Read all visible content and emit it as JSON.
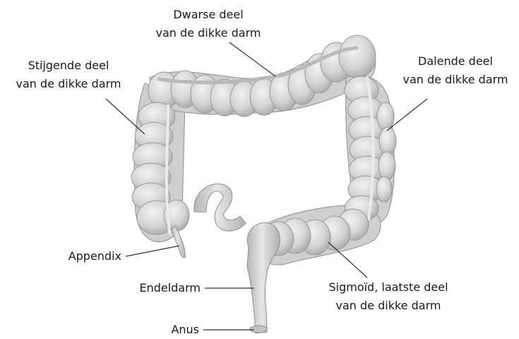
{
  "labels": {
    "transverse": {
      "line1": "Dwarse deel",
      "line2": "van de dikke darm"
    },
    "ascending": {
      "line1": "Stijgende deel",
      "line2": "van de dikke darm"
    },
    "descending": {
      "line1": "Dalende deel",
      "line2": "van de dikke darm"
    },
    "appendix": "Appendix",
    "rectum": "Endeldarm",
    "anus": "Anus",
    "sigmoid": {
      "line1": "Sigmoïd, laatste deel",
      "line2": "van de dikke darm"
    }
  },
  "colors": {
    "organ_fill": "#d9d9d9",
    "organ_highlight": "#eeeeee",
    "organ_shadow": "#a9a9a9",
    "leader_line": "#333333",
    "text": "#1a1a1a"
  }
}
